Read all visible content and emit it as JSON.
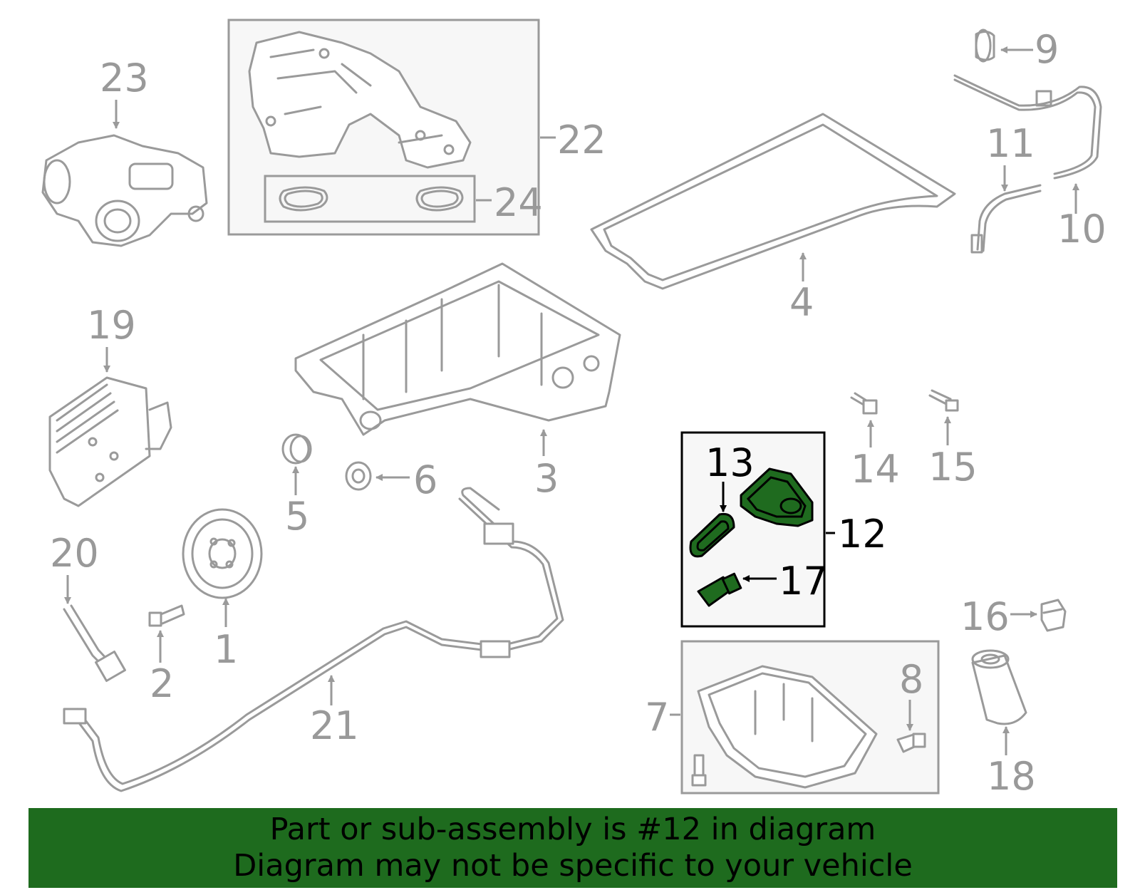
{
  "colors": {
    "banner_bg": "#1e6b1e",
    "highlight_part": "#1f6b1f",
    "part_stroke": "#9a9a9a",
    "box_fill": "#f7f7f7"
  },
  "highlighted_part": "12",
  "callouts": [
    "1",
    "2",
    "3",
    "4",
    "5",
    "6",
    "7",
    "8",
    "9",
    "10",
    "11",
    "12",
    "13",
    "14",
    "15",
    "16",
    "17",
    "18",
    "19",
    "20",
    "21",
    "22",
    "23",
    "24"
  ],
  "banner": {
    "line1": "Part or sub-assembly is #12 in diagram",
    "line2": "Diagram may not be specific to your vehicle"
  }
}
